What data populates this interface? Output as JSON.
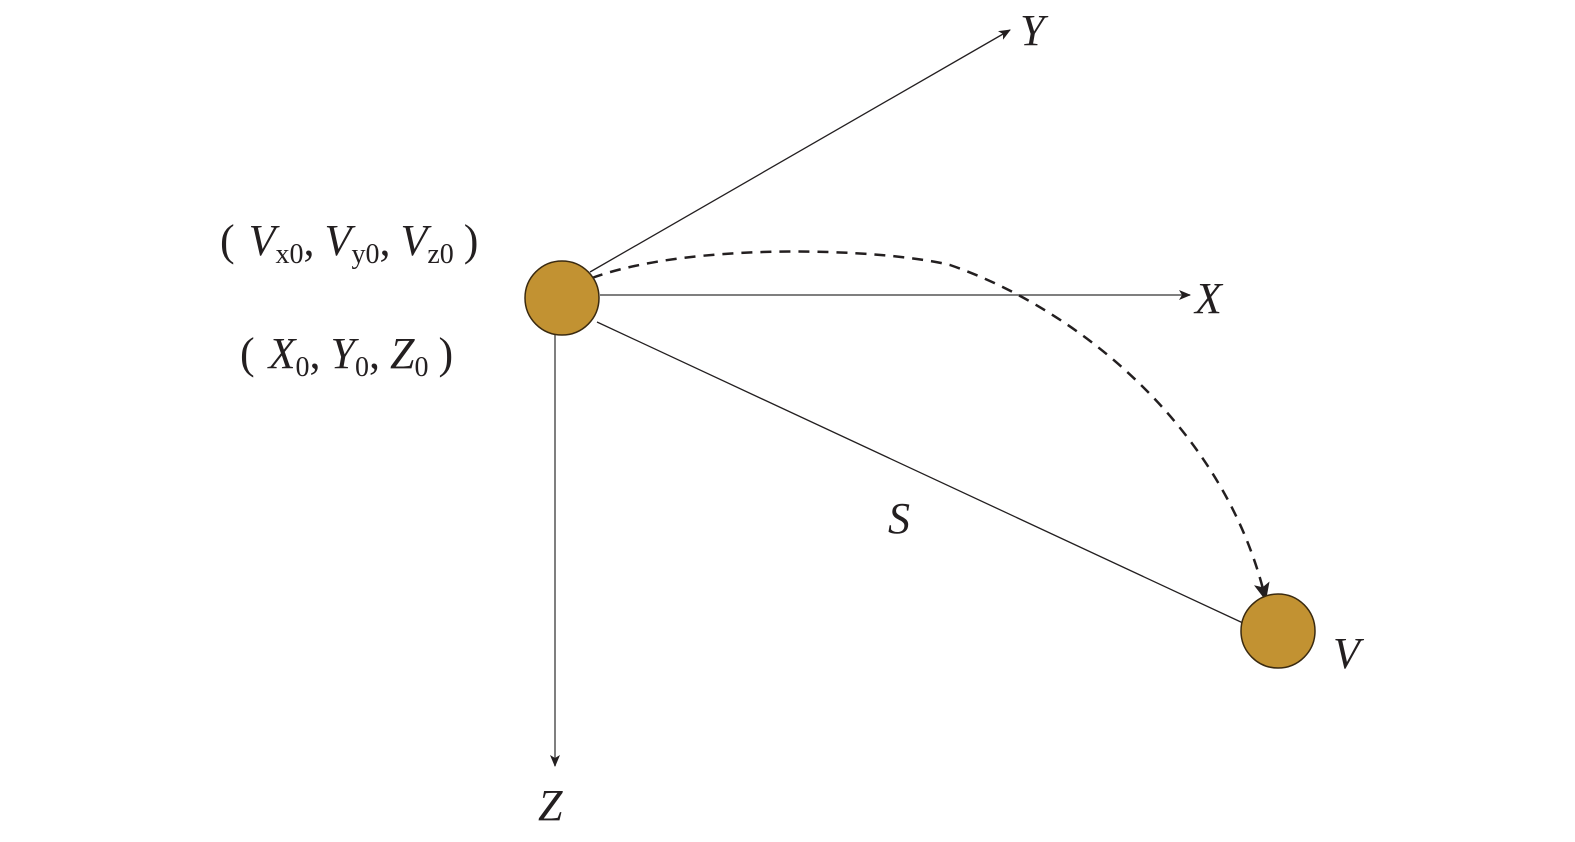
{
  "colors": {
    "ball": "#c29232",
    "line": "#231f20"
  },
  "axes": {
    "x": "X",
    "y": "Y",
    "z": "Z"
  },
  "line_label": "S",
  "end_label": "V",
  "velocity": {
    "open": "(",
    "close": ")",
    "v1": "V",
    "s1": "x0",
    "v2": "V",
    "s2": "y0",
    "v3": "V",
    "s3": "z0",
    "sep": ","
  },
  "position": {
    "open": "(",
    "close": ")",
    "v1": "X",
    "s1": "0",
    "v2": "Y",
    "s2": "0",
    "v3": "Z",
    "s3": "0",
    "sep": ","
  }
}
